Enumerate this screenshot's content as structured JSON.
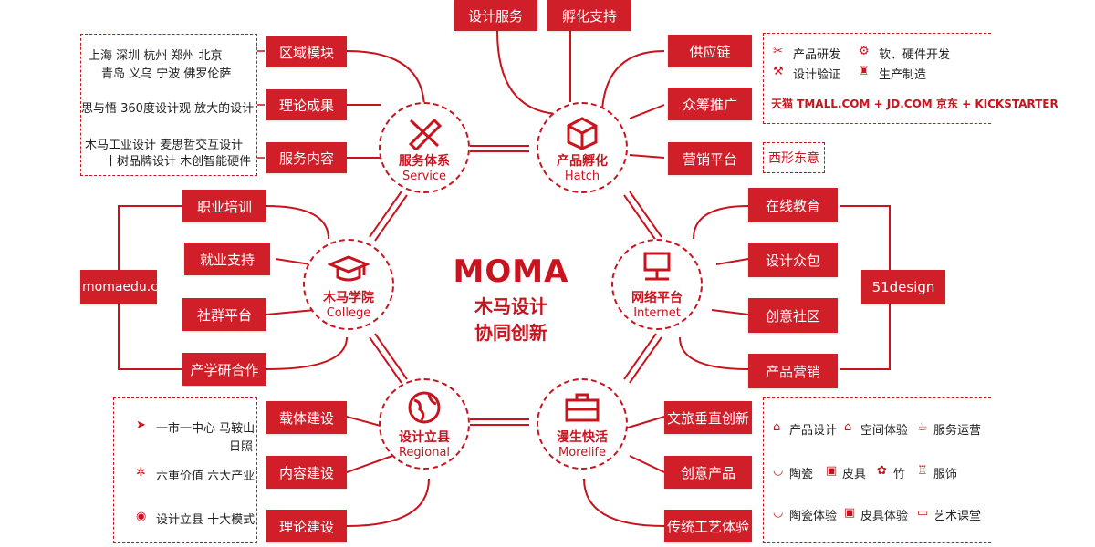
{
  "center": {
    "logo": "MOMA",
    "line1": "木马设计",
    "line2": "协同创新"
  },
  "hubs": {
    "service": {
      "zh": "服务体系",
      "en": "Service"
    },
    "hatch": {
      "zh": "产品孵化",
      "en": "Hatch"
    },
    "college": {
      "zh": "木马学院",
      "en": "College"
    },
    "internet": {
      "zh": "网络平台",
      "en": "Internet"
    },
    "regional": {
      "zh": "设计立县",
      "en": "Regional"
    },
    "morelife": {
      "zh": "漫生快活",
      "en": "Morelife"
    }
  },
  "boxes": {
    "top_design_service": "设计服务",
    "top_incubation": "孵化支持",
    "service_region": "区域模块",
    "service_theory": "理论成果",
    "service_content": "服务内容",
    "hatch_supply": "供应链",
    "hatch_crowdfund": "众筹推广",
    "hatch_marketing": "营销平台",
    "college_training": "职业培训",
    "college_employment": "就业支持",
    "college_community": "社群平台",
    "college_industry": "产学研合作",
    "college_link": "momaedu.com",
    "internet_edu": "在线教育",
    "internet_crowd": "设计众包",
    "internet_creative": "创意社区",
    "internet_product_mkt": "产品营销",
    "internet_link": "51design",
    "regional_carrier": "载体建设",
    "regional_content": "内容建设",
    "regional_theory": "理论建设",
    "morelife_tourism": "文旅垂直创新",
    "morelife_products": "创意产品",
    "morelife_craft": "传统工艺体验"
  },
  "cities_panel": {
    "row1": "上海   深圳   杭州   郑州   北京",
    "row2": "青岛   义乌   宁波   佛罗伦萨",
    "row3": "思与悟   360度设计观   放大的设计",
    "row4": "木马工业设计    麦思哲交互设计",
    "row5": "十树品牌设计  木创智能硬件"
  },
  "hatch_panel": {
    "item1": "产品研发",
    "item2": "软、硬件开发",
    "item3": "设计验证",
    "item4": "生产制造",
    "partners": "天猫 TMALL.COM  +  JD.COM 京东  +  KICKSTARTER"
  },
  "xixing_box": "西形东意",
  "regional_panel": {
    "line1": "一市一中心  马鞍山",
    "line1b": "日照",
    "line2": "六重价值  六大产业",
    "line3": "设计立县  十大模式"
  },
  "morelife_panel": {
    "row1": [
      "产品设计",
      "空间体验",
      "服务运营"
    ],
    "row2": [
      "陶瓷",
      "皮具",
      "竹",
      "服饰"
    ],
    "row3": [
      "陶瓷体验",
      "皮具体验",
      "艺术课堂"
    ]
  },
  "colors": {
    "accent": "#c8141e",
    "box": "#d11f2a"
  }
}
